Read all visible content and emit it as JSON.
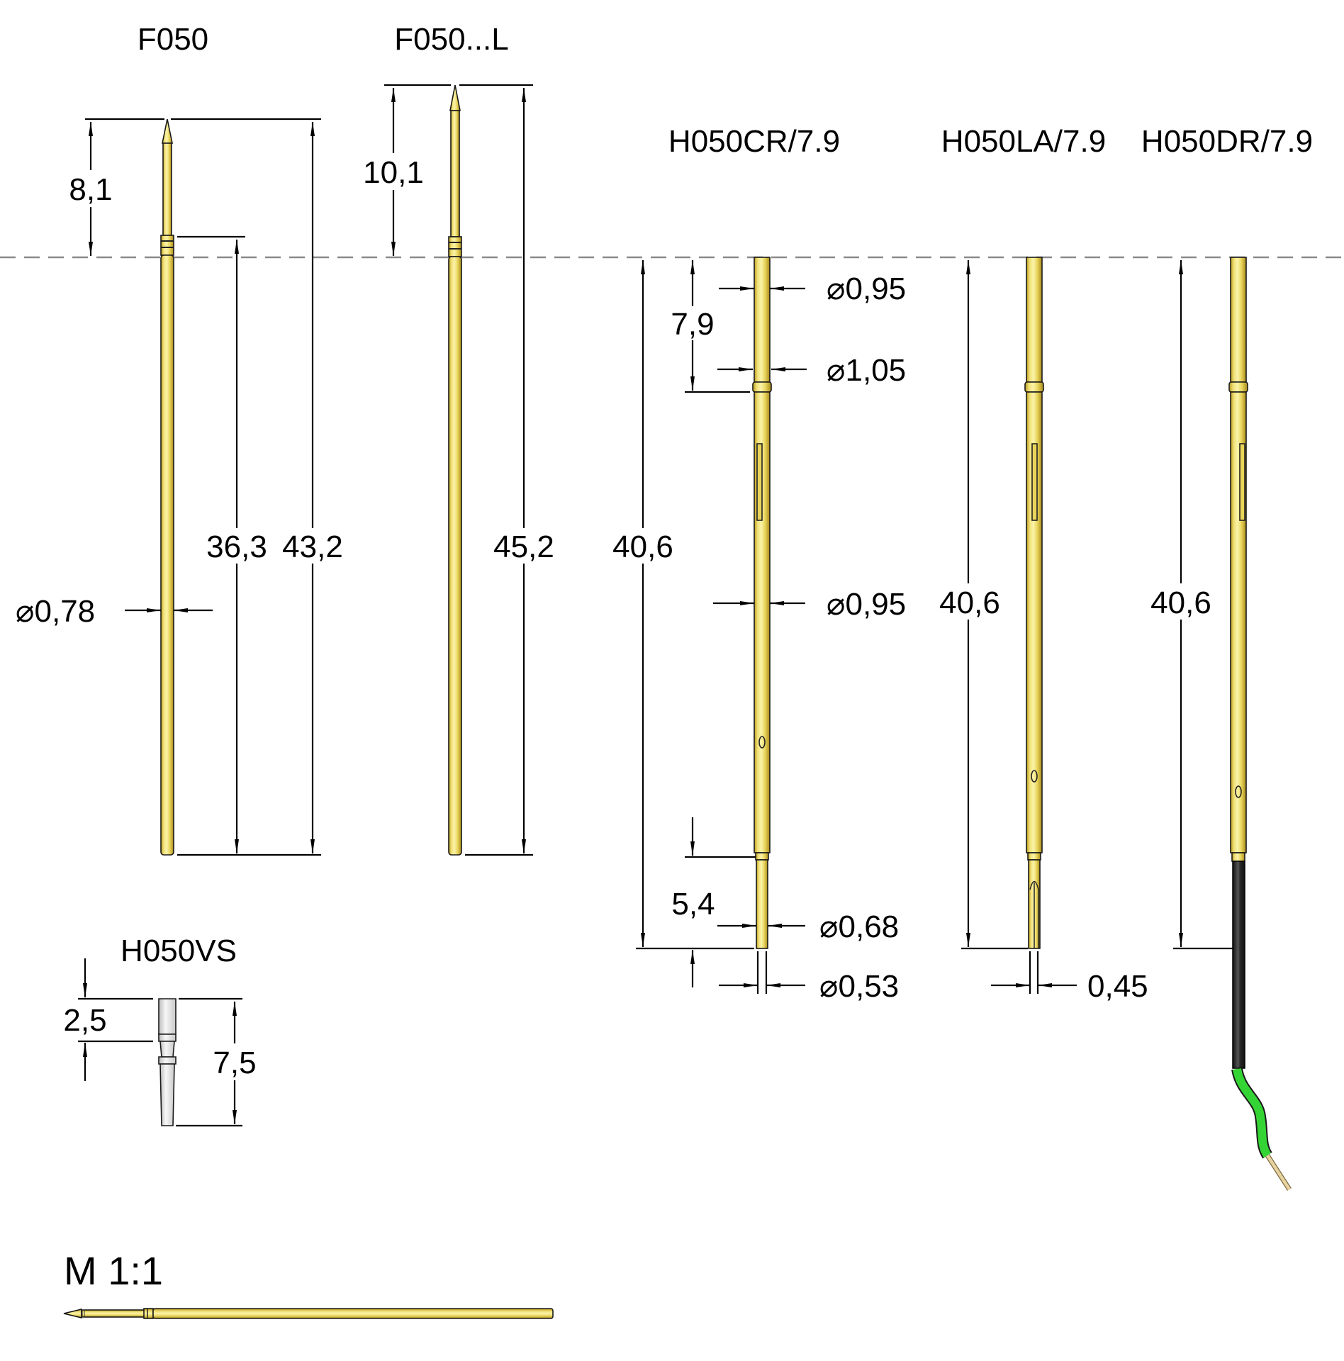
{
  "drawing": {
    "reference_line": "dashed mounting reference line",
    "scale_label": "M 1:1",
    "colors": {
      "gold": "#e8d45a",
      "gold_light": "#fbf3a8",
      "gold_dark": "#b89a1c",
      "black_sleeve": "#2a2a2a",
      "green_wire": "#35d435",
      "copper_wire": "#e8d3a0",
      "silver": "#e6e6e6",
      "ref_line": "#8a8a8a"
    }
  },
  "parts": [
    {
      "name": "F050",
      "type": "probe",
      "dims": {
        "tip_length": "8,1",
        "body_length": "36,3",
        "total_length": "43,2",
        "diameter": "⌀0,78"
      }
    },
    {
      "name": "F050...L",
      "type": "probe",
      "dims": {
        "tip_length": "10,1",
        "total_length": "45,2"
      }
    },
    {
      "name": "H050CR/7.9",
      "type": "receptacle",
      "dims": {
        "top_diameter": "⌀0,95",
        "insertion_depth": "7,9",
        "collar_diameter": "⌀1,05",
        "total_length": "40,6",
        "body_diameter": "⌀0,95",
        "tail_length": "5,4",
        "tail_diameter": "⌀0,68",
        "inner_diameter": "⌀0,53"
      }
    },
    {
      "name": "H050LA/7.9",
      "type": "receptacle",
      "dims": {
        "total_length": "40,6",
        "slot_width": "0,45"
      }
    },
    {
      "name": "H050DR/7.9",
      "type": "receptacle-with-wire",
      "dims": {
        "total_length": "40,6"
      }
    },
    {
      "name": "H050VS",
      "type": "sleeve",
      "dims": {
        "top_length": "2,5",
        "total_length": "7,5"
      }
    }
  ],
  "labels": {
    "f050_title": "F050",
    "f050l_title": "F050...L",
    "h050cr_title": "H050CR/7.9",
    "h050la_title": "H050LA/7.9",
    "h050dr_title": "H050DR/7.9",
    "h050vs_title": "H050VS",
    "f050_tip": "8,1",
    "f050_body": "36,3",
    "f050_total": "43,2",
    "f050_dia": "0,78",
    "f050l_tip": "10,1",
    "f050l_total": "45,2",
    "cr_total": "40,6",
    "cr_depth": "7,9",
    "cr_top_dia": "0,95",
    "cr_collar_dia": "1,05",
    "cr_body_dia": "0,95",
    "cr_tail_len": "5,4",
    "cr_tail_dia": "0,68",
    "cr_inner_dia": "0,53",
    "la_total": "40,6",
    "la_slot": "0,45",
    "dr_total": "40,6",
    "vs_top": "2,5",
    "vs_total": "7,5",
    "diameter_symbol": "⌀",
    "scale": "M 1:1"
  }
}
